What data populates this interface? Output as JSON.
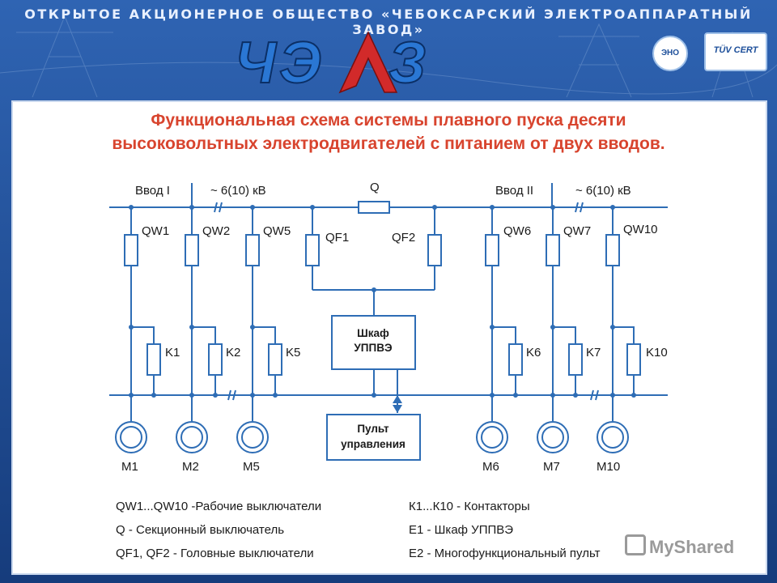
{
  "header": {
    "company": "ОТКРЫТОЕ АКЦИОНЕРНОЕ ОБЩЕСТВО «ЧЕБОКСАРСКИЙ ЭЛЕКТРОАППАРАТНЫЙ ЗАВОД»",
    "logo_text": "ЧЭАЗ",
    "cert_eno": "ЭНО",
    "cert_tuv": "TÜV CERT",
    "logo_icon": "chear-logo-icon"
  },
  "title": {
    "line1": "Функциональная схема системы плавного пуска десяти",
    "line2": "высоковольтных электродвигателей с питанием от двух вводов."
  },
  "diagram": {
    "input1": "Ввод I",
    "voltage1": "~ 6(10) кВ",
    "input2": "Ввод II",
    "voltage2": "~ 6(10) кВ",
    "sectional": "Q",
    "breakers": [
      "QW1",
      "QW2",
      "QW5",
      "QF1",
      "QF2",
      "QW6",
      "QW7",
      "QW10"
    ],
    "contactors": [
      "K1",
      "K2",
      "K5",
      "K6",
      "K7",
      "K10"
    ],
    "motors": [
      "M1",
      "M2",
      "M5",
      "M6",
      "M7",
      "M10"
    ],
    "cabinet_line1": "Шкаф",
    "cabinet_line2": "УППВЭ",
    "panel_line1": "Пульт",
    "panel_line2": "управления"
  },
  "legend": [
    "QW1...QW10 -Рабочие выключатели",
    "Q - Секционный выключатель",
    "QF1, QF2 - Головные выключатели",
    "К1...К10 - Контакторы",
    "Е1 - Шкаф УППВЭ",
    "Е2 - Многофункциональный пульт"
  ],
  "watermark": "MyShared",
  "colors": {
    "title": "#d8442e",
    "line": "#2e6db5",
    "background": "#1d4f9a"
  }
}
